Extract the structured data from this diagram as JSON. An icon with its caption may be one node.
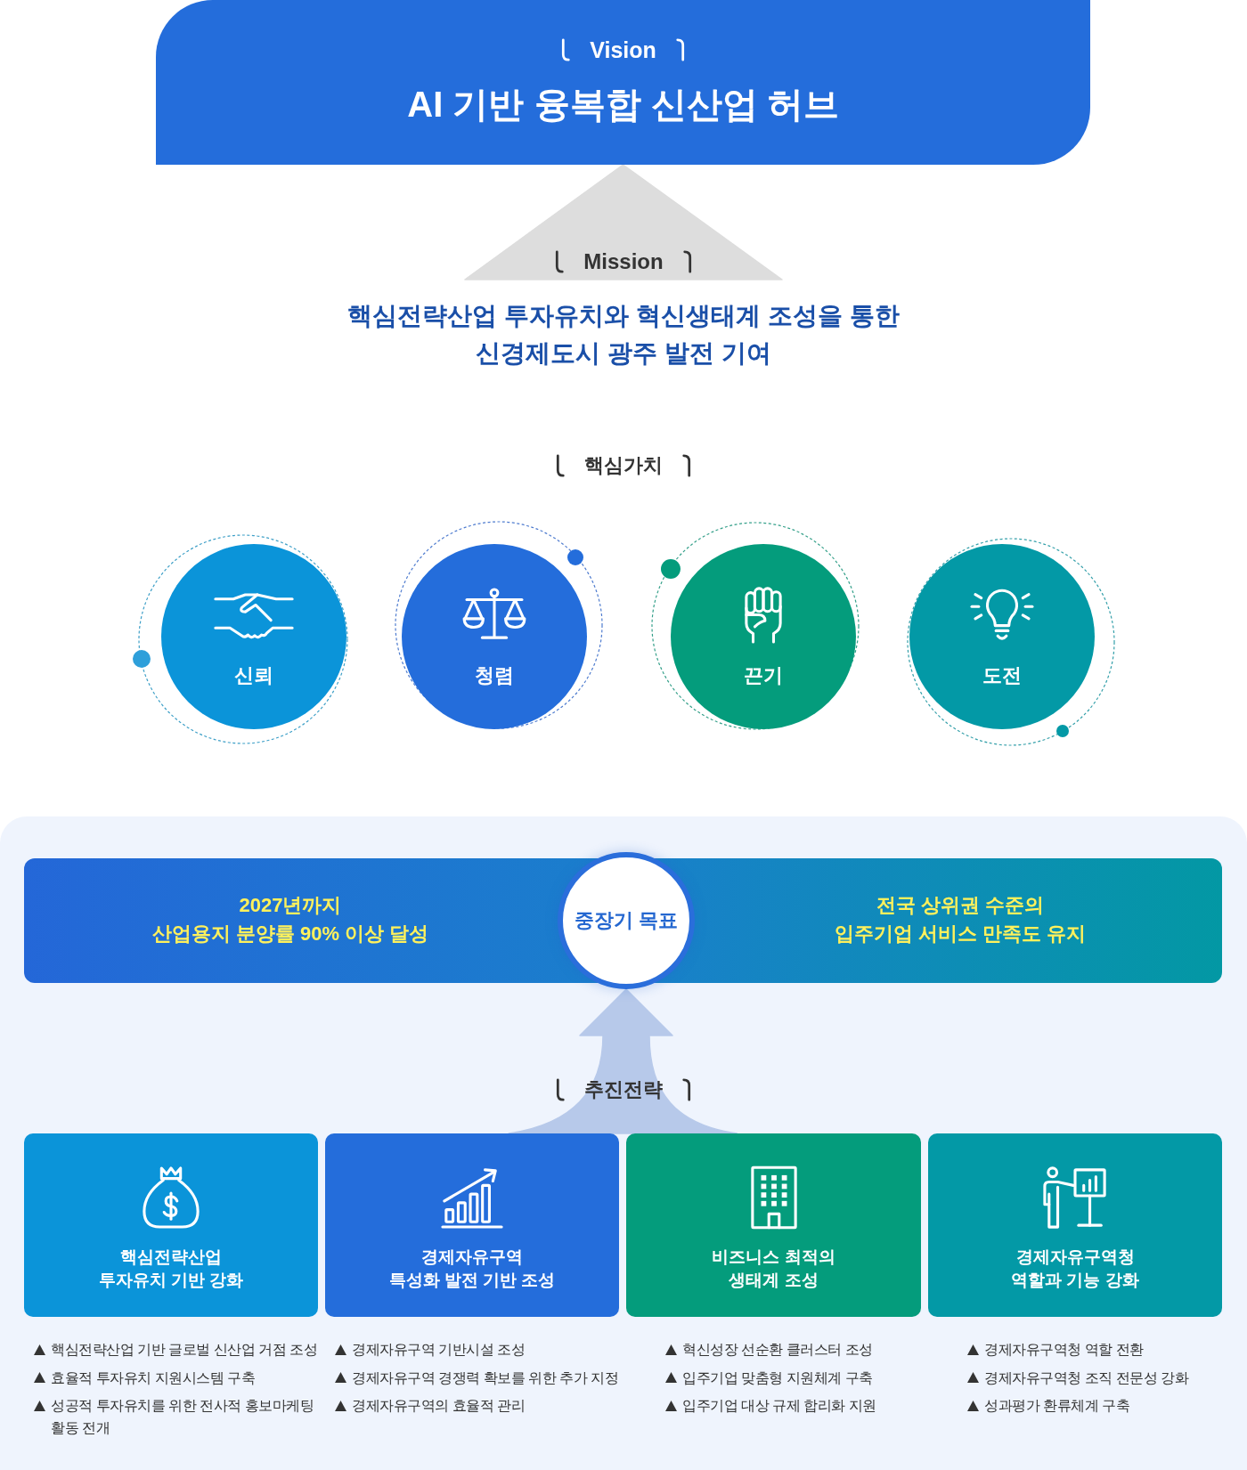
{
  "diagram": {
    "nodes": [
      {
        "text": [
          "Vision",
          "AI 기반 융복합 신산업 허브"
        ]
      },
      {
        "text": [
          "Mission",
          "핵심전략산업 투자유치와 혁신생태계 조성을 통한 신경제도시 광주 발전 기여"
        ]
      },
      {
        "text": [
          "신뢰"
        ]
      },
      {
        "text": [
          "청렴"
        ]
      },
      {
        "text": [
          "끈기"
        ]
      },
      {
        "text": [
          "도전"
        ]
      },
      {
        "text": [
          "2027년까지 산업용지 분양률 90% 이상 달성",
          "전국 상위권 수준의 입주기업 서비스 만족도 유지"
        ]
      },
      {
        "text": [
          "중장기 목표"
        ]
      },
      {
        "text": [
          "핵심전략산업 투자유치 기반 강화"
        ],
        "beside": [
          "핵심전략산업 기반 글로벌 신산업 거점 조성",
          "효율적 투자유치 지원시스템 구축",
          "성공적 투자유치를 위한 전사적 홍보마케팅 활동 전개"
        ]
      },
      {
        "text": [
          "경제자유구역 특성화 발전 기반 조성"
        ],
        "beside": [
          "경제자유구역 기반시설 조성",
          "경제자유구역 경쟁력 확보를 위한 추가 지정",
          "경제자유구역의 효율적 관리"
        ]
      },
      {
        "text": [
          "비즈니스 최적의 생태계 조성"
        ],
        "beside": [
          "혁신성장 선순환 클러스터 조성",
          "입주기업 맞춤형 지원체계 구축",
          "입주기업 대상 규제 합리화 지원"
        ]
      },
      {
        "text": [
          "경제자유구역청 역할과 기능 강화"
        ],
        "beside": [
          "경제자유구역청 역할 전환",
          "경제자유구역청 조직 전문성 강화",
          "성과평가 환류체계 구축"
        ]
      }
    ],
    "edges": [
      {
        "from": 1,
        "to": 0,
        "arrow": "to",
        "color": "#dddddd"
      },
      {
        "from": 9,
        "to": 7,
        "arrow": "to",
        "color": "#b7c9ea"
      },
      {
        "from": 10,
        "to": 7,
        "arrow": "to",
        "color": "#b7c9ea"
      }
    ],
    "labels": [
      "핵심가치",
      "추진전략"
    ]
  }
}
